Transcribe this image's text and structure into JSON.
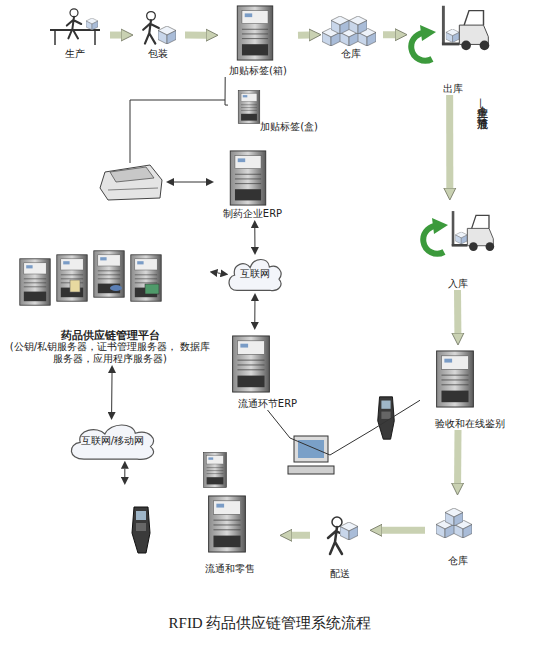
{
  "diagram": {
    "caption": "RFID 药品供应链管理系统流程",
    "nodes": [
      {
        "text": [
          "生产"
        ]
      },
      {
        "text": [
          "包装"
        ]
      },
      {
        "text": [
          "加贴标签(箱)"
        ]
      },
      {
        "text": [
          "仓库"
        ]
      },
      {
        "text": [
          "出库"
        ]
      },
      {
        "text": [
          "加贴标签(盒)"
        ]
      },
      {
        "text": [
          "制药企业ERP"
        ]
      },
      {
        "text": [
          "互联网"
        ]
      },
      {
        "text": [
          "药品供应链管理平台",
          "(公钥/私钥服务器，证书管理服务器， 数据库服务器，应用程序服务器)"
        ]
      },
      {
        "text": [
          "入库"
        ]
      },
      {
        "text": [
          "流通环节ERP"
        ]
      },
      {
        "text": [
          "验收和在线鉴别"
        ]
      },
      {
        "text": [
          "互联网/移动网"
        ]
      },
      {
        "text": [
          "仓库"
        ]
      },
      {
        "text": [
          "配送"
        ]
      },
      {
        "text": [
          "流通和零售"
        ]
      }
    ],
    "edges": [
      {
        "from": 0,
        "to": 1,
        "arrow": "to"
      },
      {
        "from": 1,
        "to": 2,
        "arrow": "to"
      },
      {
        "from": 2,
        "to": 3,
        "arrow": "to"
      },
      {
        "from": 3,
        "to": 4,
        "arrow": "to"
      },
      {
        "from": 4,
        "to": 9,
        "label": "生产企业—流通环节",
        "arrow": "to"
      },
      {
        "from": 9,
        "to": 11,
        "arrow": "to"
      },
      {
        "from": 11,
        "to": 13,
        "arrow": "to"
      },
      {
        "from": 13,
        "to": 14,
        "arrow": "to"
      },
      {
        "from": 14,
        "to": 15,
        "arrow": "to"
      },
      {
        "from": 2,
        "to": 5,
        "arrow": "none"
      },
      {
        "from": 6,
        "to": 7,
        "arrow": "both"
      },
      {
        "from": 8,
        "to": 7,
        "arrow": "both"
      },
      {
        "from": 7,
        "to": 10,
        "arrow": "both"
      },
      {
        "from": 10,
        "to": 11,
        "arrow": "none"
      },
      {
        "from": 8,
        "to": 12,
        "arrow": "both"
      },
      {
        "from": 12,
        "to": 15,
        "arrow": "both"
      }
    ]
  }
}
